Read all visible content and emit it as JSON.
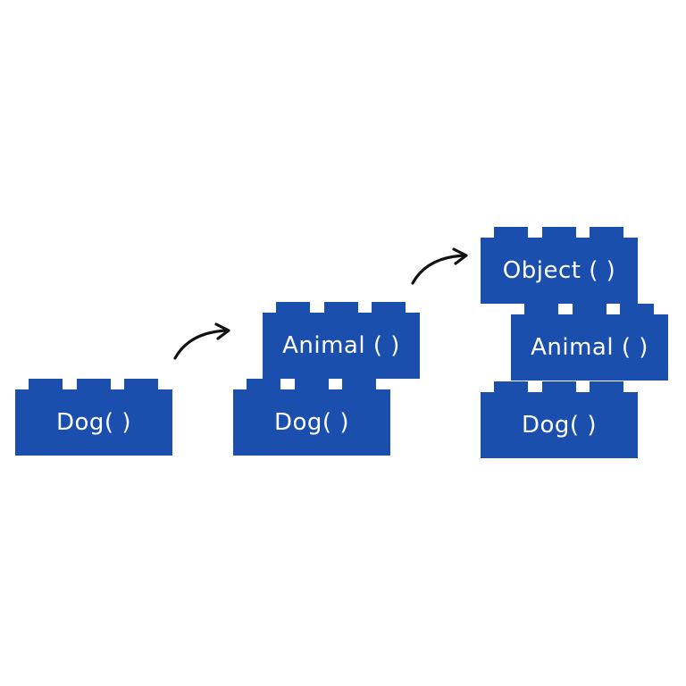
{
  "stages": [
    {
      "name": "stage-1",
      "blocks": [
        {
          "label": "Dog( )"
        }
      ]
    },
    {
      "name": "stage-2",
      "blocks": [
        {
          "label": "Animal ( )"
        },
        {
          "label": "Dog( )"
        }
      ]
    },
    {
      "name": "stage-3",
      "blocks": [
        {
          "label": "Object ( )"
        },
        {
          "label": "Animal ( )"
        },
        {
          "label": "Dog( )"
        }
      ]
    }
  ],
  "colors": {
    "brick": "#1b4fad",
    "brick_text": "#ffffff",
    "arrow": "#111111",
    "background": "#ffffff"
  }
}
